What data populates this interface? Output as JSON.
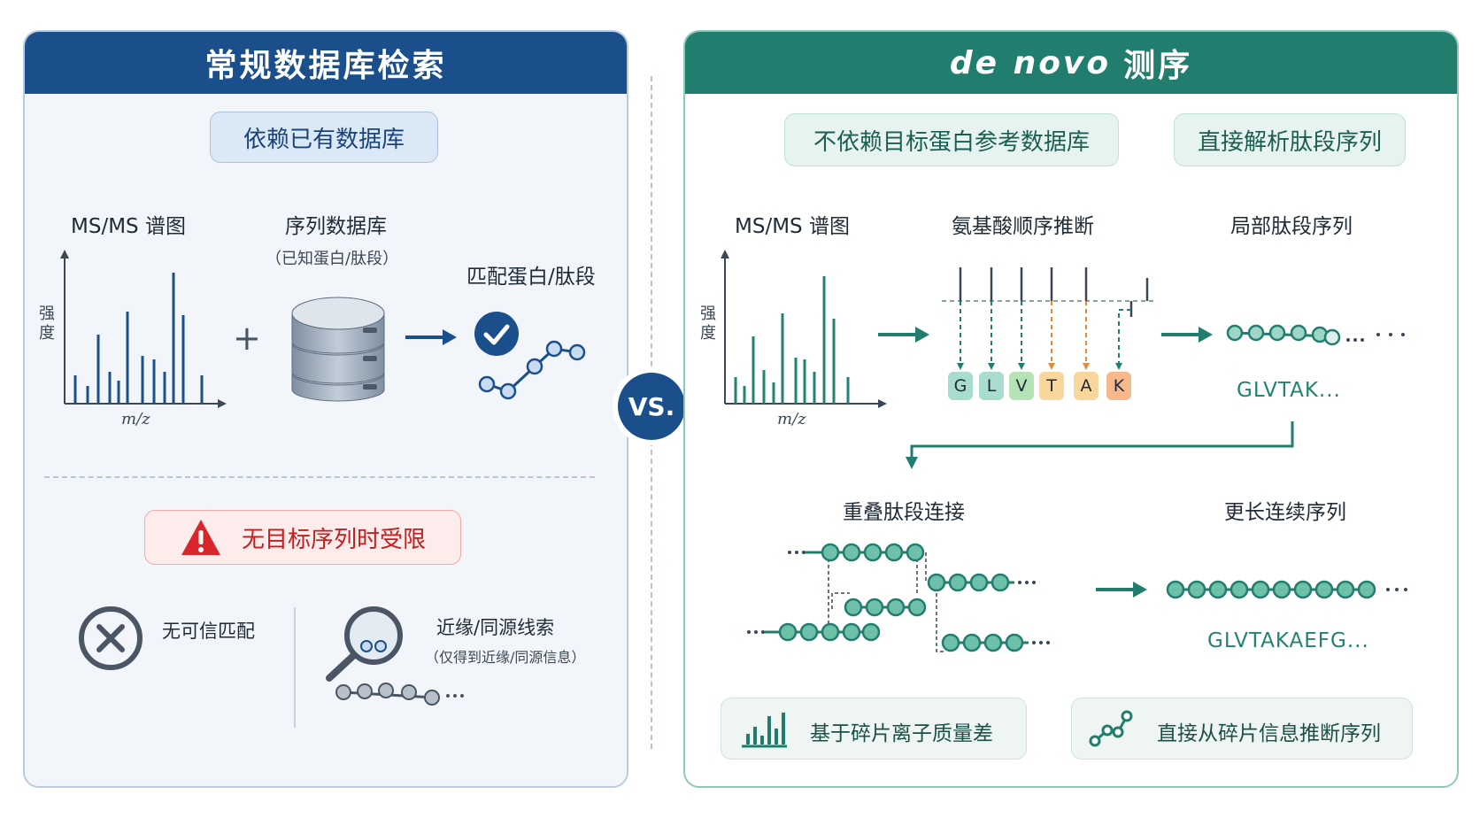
{
  "left": {
    "title": "常规数据库检索",
    "tag": "依赖已有数据库",
    "spectrum_label": "MS/MS 谱图",
    "y_axis": "强度",
    "x_axis": "m/z",
    "db_label": "序列数据库",
    "db_sub": "（已知蛋白/肽段）",
    "match_label": "匹配蛋白/肽段",
    "warning": "无目标序列时受限",
    "no_match": "无可信匹配",
    "homolog": "近缘/同源线索",
    "homolog_sub": "（仅得到近缘/同源信息）"
  },
  "vs": "VS.",
  "right": {
    "title_italic": "de novo",
    "title_rest": "测序",
    "tag1": "不依赖目标蛋白参考数据库",
    "tag2": "直接解析肽段序列",
    "spectrum_label": "MS/MS 谱图",
    "y_axis": "强度",
    "x_axis": "m/z",
    "inference_label": "氨基酸顺序推断",
    "amino_acids": [
      "G",
      "L",
      "V",
      "T",
      "A",
      "K"
    ],
    "amino_colors": [
      "#a8dccd",
      "#a8dccd",
      "#b6e3b6",
      "#f9d69c",
      "#f9d69c",
      "#f7b98c"
    ],
    "local_label": "局部肽段序列",
    "local_seq": "GLVTAK...",
    "overlap_label": "重叠肽段连接",
    "longer_label": "更长连续序列",
    "longer_seq": "GLVTAKAEFG...",
    "feature1": "基于碎片离子质量差",
    "feature2": "直接从碎片信息推断序列"
  },
  "colors": {
    "blue": "#1b4f8c",
    "green": "#217e6f",
    "red": "#c41e1e"
  }
}
